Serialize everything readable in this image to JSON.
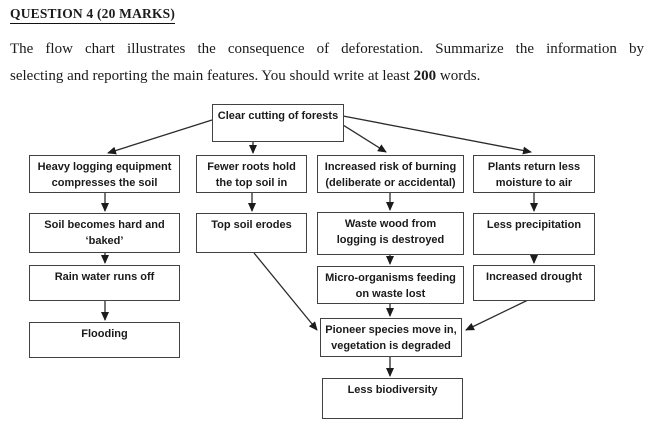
{
  "page": {
    "title": "QUESTION 4 (20 MARKS)",
    "instructions": {
      "line1": "The flow chart illustrates the consequence of deforestation. Summarize the information by",
      "line2_pre": "selecting and reporting the main features. You should write at least ",
      "line2_bold": "200",
      "line2_post": " words."
    }
  },
  "flowchart": {
    "nodes": {
      "clear_cutting": {
        "lines": [
          "Clear cutting of forests"
        ]
      },
      "heavy_logging": {
        "lines": [
          "Heavy logging equipment",
          "compresses the soil"
        ]
      },
      "fewer_roots": {
        "lines": [
          "Fewer roots hold",
          "the top soil in"
        ]
      },
      "burning_risk": {
        "lines": [
          "Increased risk of burning",
          "(deliberate or accidental)"
        ]
      },
      "plants_moisture": {
        "lines": [
          "Plants return less",
          "moisture to air"
        ]
      },
      "soil_hard": {
        "lines": [
          "Soil becomes hard and",
          "‘baked’"
        ]
      },
      "topsoil_erodes": {
        "lines": [
          "Top soil erodes"
        ]
      },
      "waste_wood": {
        "lines": [
          "Waste wood from",
          "logging is destroyed"
        ]
      },
      "less_precip": {
        "lines": [
          "Less precipitation"
        ]
      },
      "rain_runoff": {
        "lines": [
          "Rain water runs off"
        ]
      },
      "microorganisms": {
        "lines": [
          "Micro-organisms feeding",
          "on waste lost"
        ]
      },
      "drought": {
        "lines": [
          "Increased drought"
        ]
      },
      "flooding": {
        "lines": [
          "Flooding"
        ]
      },
      "pioneer": {
        "lines": [
          "Pioneer species move in,",
          "vegetation is degraded"
        ]
      },
      "biodiversity": {
        "lines": [
          "Less biodiversity"
        ]
      }
    },
    "arrow_color": "#2b2b2b",
    "border_color": "#424242"
  }
}
